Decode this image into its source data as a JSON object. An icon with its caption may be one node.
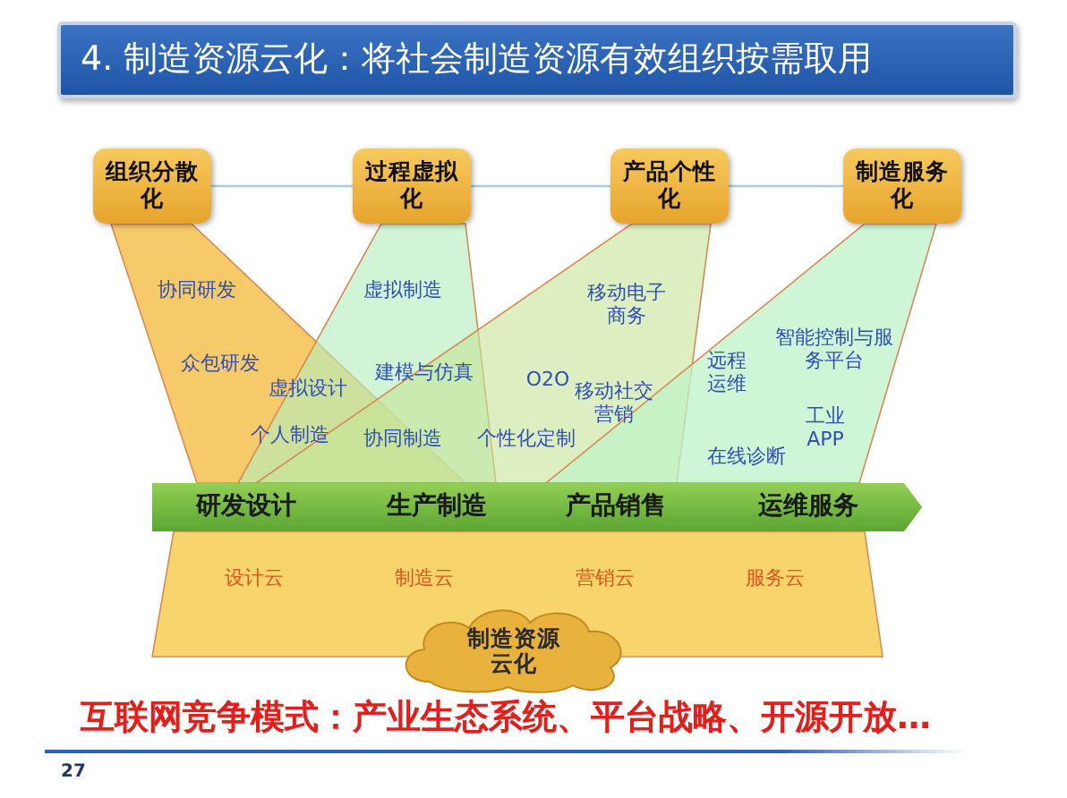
{
  "diagram": {
    "title": "4. 制造资源云化：将社会制造资源有效组织按需取用",
    "nodes": [
      {
        "text": [
          "组织分散化"
        ]
      },
      {
        "text": [
          "过程虚拟化"
        ]
      },
      {
        "text": [
          "产品个性化"
        ]
      },
      {
        "text": [
          "制造服务化"
        ]
      },
      {
        "text": [
          "协同研发",
          "众包研发"
        ]
      },
      {
        "text": [
          "虚拟制造",
          "建模与仿真",
          "虚拟设计",
          "个人制造",
          "协同制造"
        ]
      },
      {
        "text": [
          "移动电子商务",
          "O2O",
          "移动社交营销",
          "个性化定制"
        ]
      },
      {
        "text": [
          "智能控制与服务平台",
          "远程运维",
          "工业APP",
          "在线诊断"
        ]
      },
      {
        "text": [
          "研发设计"
        ]
      },
      {
        "text": [
          "生产制造"
        ]
      },
      {
        "text": [
          "产品销售"
        ]
      },
      {
        "text": [
          "运维服务"
        ]
      },
      {
        "text": [
          "设计云",
          "制造云",
          "营销云",
          "服务云"
        ]
      },
      {
        "text": [
          "制造资源云化"
        ]
      }
    ],
    "edges": [
      {
        "from": 0,
        "to": 1,
        "arrow": "none"
      },
      {
        "from": 1,
        "to": 2,
        "arrow": "none"
      },
      {
        "from": 2,
        "to": 3,
        "arrow": "none"
      }
    ],
    "labels": [
      "互联网竞争模式：产业生态系统、平台战略、开源开放…",
      "27"
    ]
  }
}
